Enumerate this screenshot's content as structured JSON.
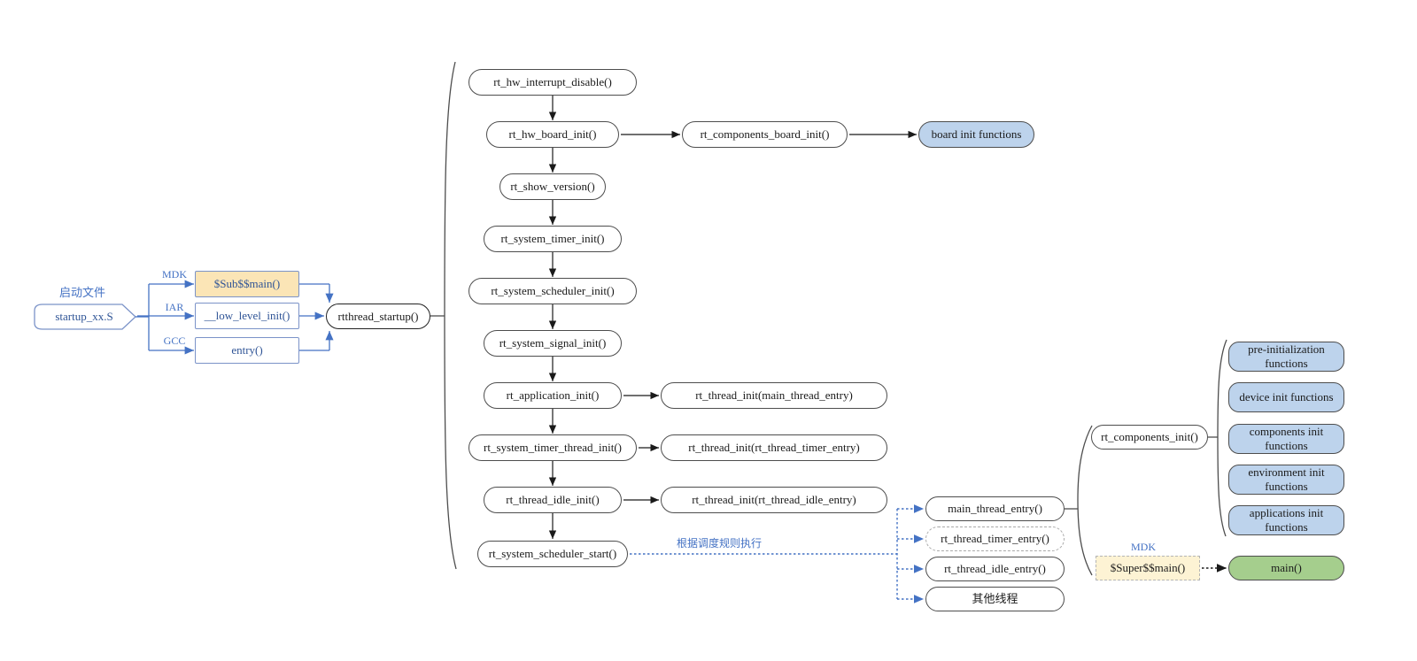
{
  "diagram": {
    "startup": {
      "title": "启动文件",
      "file": "startup_xx.S",
      "toolchains": [
        {
          "label": "MDK",
          "box": "$Sub$$main()"
        },
        {
          "label": "IAR",
          "box": "__low_level_init()"
        },
        {
          "label": "GCC",
          "box": "entry()"
        }
      ],
      "entry_point": "rtthread_startup()"
    },
    "startup_sequence": [
      "rt_hw_interrupt_disable()",
      "rt_hw_board_init()",
      "rt_show_version()",
      "rt_system_timer_init()",
      "rt_system_scheduler_init()",
      "rt_system_signal_init()",
      "rt_application_init()",
      "rt_system_timer_thread_init()",
      "rt_thread_idle_init()",
      "rt_system_scheduler_start()"
    ],
    "board": {
      "components_board_init": "rt_components_board_init()",
      "board_init_functions": "board init functions"
    },
    "thread_inits": [
      "rt_thread_init(main_thread_entry)",
      "rt_thread_init(rt_thread_timer_entry)",
      "rt_thread_init(rt_thread_idle_entry)"
    ],
    "scheduler_note": "根据调度规则执行",
    "threads": [
      "main_thread_entry()",
      "rt_thread_timer_entry()",
      "rt_thread_idle_entry()",
      "其他线程"
    ],
    "components_init": "rt_components_init()",
    "init_groups": [
      "pre-initialization functions",
      "device init functions",
      "components init functions",
      "environment init functions",
      "applications init functions"
    ],
    "super_main": {
      "label": "MDK",
      "box": "$Super$$main()"
    },
    "main_label": "main()",
    "colors": {
      "accent_blue": "#4472C4",
      "node_border": "#4d4d4d",
      "blue_fill": "#BDD3EC",
      "green_fill": "#A5CE8D",
      "yellow_fill": "#FBE5B6",
      "cream_fill": "#FDF3D4"
    }
  }
}
